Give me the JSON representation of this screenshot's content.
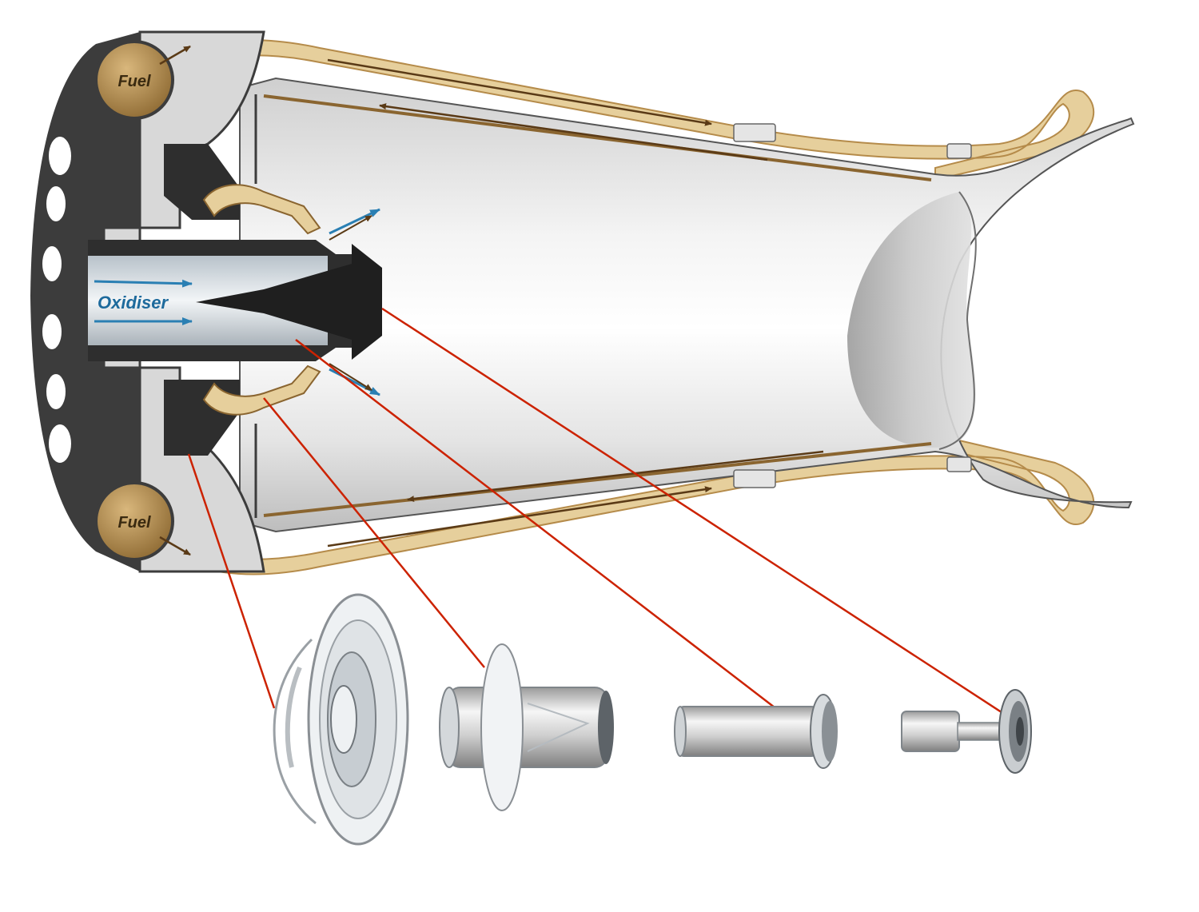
{
  "labels": {
    "fuel_top": "Fuel",
    "fuel_bottom": "Fuel",
    "oxidiser": "Oxidiser"
  },
  "colors": {
    "fuel_line": "#e6cf9c",
    "fuel_line_edge": "#b58b4a",
    "fuel_manifold": "#b08a52",
    "oxidiser_arrow": "#2a7fb3",
    "flow_arrow": "#5a3a16",
    "callout_line": "#cc2200",
    "housing_dark": "#3c3c3c",
    "metal_light": "#efefef"
  },
  "icons": {
    "injector_face": "injector-face-plate-icon",
    "outer_sleeve": "outer-sleeve-icon",
    "oxidiser_tube": "oxidiser-tube-icon",
    "pintle_tip": "pintle-tip-icon"
  }
}
